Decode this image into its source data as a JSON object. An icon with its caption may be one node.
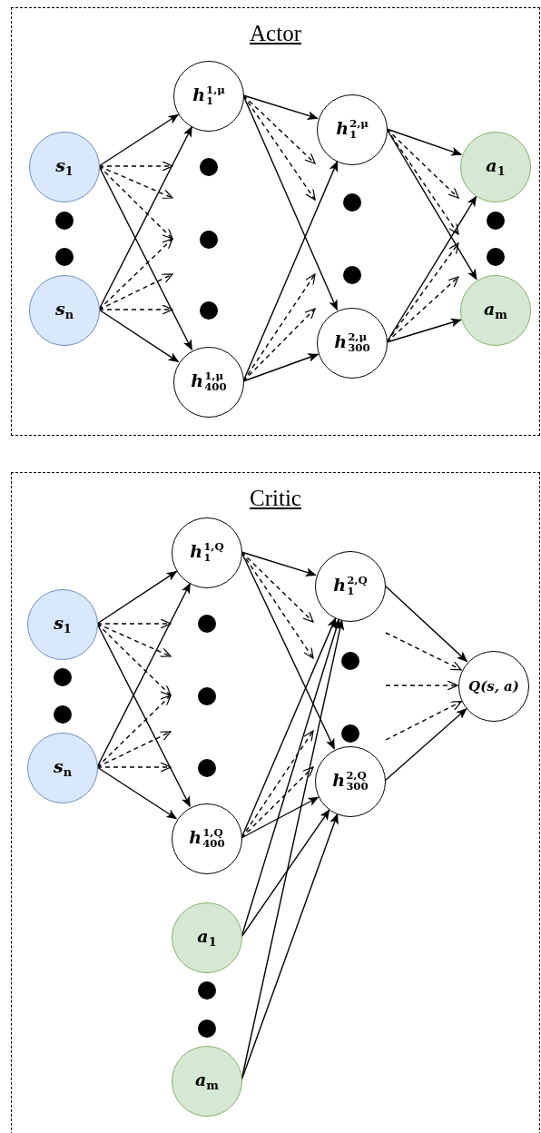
{
  "diagram": {
    "nodes": [
      {
        "text": [
          "Actor"
        ]
      },
      {
        "text": [
          "s$_{1}$"
        ],
        "in": 0
      },
      {
        "text": [],
        "shape": "circle",
        "in": 0
      },
      {
        "text": [],
        "shape": "circle",
        "in": 0
      },
      {
        "text": [
          "s$_{n}$"
        ],
        "in": 0
      },
      {
        "text": [
          "h$^{1,μ}$$_{1}$"
        ],
        "in": 0
      },
      {
        "text": [],
        "shape": "circle",
        "in": 0
      },
      {
        "text": [],
        "shape": "circle",
        "in": 0
      },
      {
        "text": [],
        "shape": "circle",
        "in": 0
      },
      {
        "text": [
          "h$^{1,μ}$$_{400}$"
        ],
        "in": 0
      },
      {
        "text": [
          "h$^{2,μ}$$_{1}$"
        ],
        "in": 0
      },
      {
        "text": [],
        "shape": "circle",
        "in": 0
      },
      {
        "text": [],
        "shape": "circle",
        "in": 0
      },
      {
        "text": [
          "h$^{2,μ}$$_{300}$"
        ],
        "in": 0
      },
      {
        "text": [
          "a$_{1}$"
        ],
        "in": 0
      },
      {
        "text": [],
        "shape": "circle",
        "in": 0
      },
      {
        "text": [],
        "shape": "circle",
        "in": 0
      },
      {
        "text": [
          "a$_{m}$"
        ],
        "in": 0
      },
      {
        "text": [
          "Critic"
        ]
      },
      {
        "text": [
          "s$_{1}$"
        ],
        "in": 18
      },
      {
        "text": [],
        "shape": "circle",
        "in": 18
      },
      {
        "text": [],
        "shape": "circle",
        "in": 18
      },
      {
        "text": [
          "s$_{n}$"
        ],
        "in": 18
      },
      {
        "text": [
          "h$^{1,Q}$$_{1}$"
        ],
        "in": 18
      },
      {
        "text": [],
        "shape": "circle",
        "in": 18
      },
      {
        "text": [],
        "shape": "circle",
        "in": 18
      },
      {
        "text": [],
        "shape": "circle",
        "in": 18
      },
      {
        "text": [
          "h$^{1,Q}$$_{400}$"
        ],
        "in": 18
      },
      {
        "text": [
          "a$_{1}$"
        ],
        "in": 18
      },
      {
        "text": [],
        "shape": "circle",
        "in": 18
      },
      {
        "text": [],
        "shape": "circle",
        "in": 18
      },
      {
        "text": [
          "a$_{m}$"
        ],
        "in": 18
      },
      {
        "text": [
          "h$^{2,Q}$$_{1}$"
        ],
        "in": 18
      },
      {
        "text": [],
        "shape": "circle",
        "in": 18
      },
      {
        "text": [],
        "shape": "circle",
        "in": 18
      },
      {
        "text": [
          "h$^{2,Q}$$_{300}$"
        ],
        "in": 18
      },
      {
        "text": [
          "Q(s, a)"
        ],
        "in": 18
      }
    ],
    "edges": [
      {
        "from": 1,
        "to": 5,
        "arrow": "to"
      },
      {
        "from": 1,
        "to": 9,
        "arrow": "to"
      },
      {
        "from": 4,
        "to": 5,
        "arrow": "to"
      },
      {
        "from": 4,
        "to": 9,
        "arrow": "to"
      },
      {
        "from": 1,
        "to": 6,
        "arrow": "to",
        "style": "dashed"
      },
      {
        "from": 1,
        "to": null,
        "arrow": "to",
        "style": "dashed"
      },
      {
        "from": 1,
        "to": 7,
        "arrow": "to",
        "style": "dashed"
      },
      {
        "from": 4,
        "to": 7,
        "arrow": "to",
        "style": "dashed"
      },
      {
        "from": 4,
        "to": null,
        "arrow": "to",
        "style": "dashed"
      },
      {
        "from": 4,
        "to": 8,
        "arrow": "to",
        "style": "dashed"
      },
      {
        "from": 5,
        "to": 10,
        "arrow": "to"
      },
      {
        "from": 5,
        "to": 13,
        "arrow": "to"
      },
      {
        "from": 9,
        "to": 10,
        "arrow": "to"
      },
      {
        "from": 9,
        "to": 13,
        "arrow": "to"
      },
      {
        "from": 5,
        "to": 10,
        "arrow": "to",
        "style": "dashed"
      },
      {
        "from": 5,
        "to": 11,
        "arrow": "to",
        "style": "dashed"
      },
      {
        "from": 9,
        "to": 12,
        "arrow": "to",
        "style": "dashed"
      },
      {
        "from": 9,
        "to": 13,
        "arrow": "to",
        "style": "dashed"
      },
      {
        "from": 10,
        "to": 14,
        "arrow": "to"
      },
      {
        "from": 10,
        "to": 17,
        "arrow": "to"
      },
      {
        "from": 13,
        "to": 14,
        "arrow": "to"
      },
      {
        "from": 13,
        "to": 17,
        "arrow": "to"
      },
      {
        "from": 10,
        "to": 14,
        "arrow": "to",
        "style": "dashed"
      },
      {
        "from": 10,
        "to": 15,
        "arrow": "to",
        "style": "dashed"
      },
      {
        "from": 13,
        "to": 16,
        "arrow": "to",
        "style": "dashed"
      },
      {
        "from": 13,
        "to": 17,
        "arrow": "to",
        "style": "dashed"
      },
      {
        "from": 19,
        "to": 23,
        "arrow": "to"
      },
      {
        "from": 19,
        "to": 27,
        "arrow": "to"
      },
      {
        "from": 22,
        "to": 23,
        "arrow": "to"
      },
      {
        "from": 22,
        "to": 27,
        "arrow": "to"
      },
      {
        "from": 19,
        "to": 24,
        "arrow": "to",
        "style": "dashed"
      },
      {
        "from": 19,
        "to": null,
        "arrow": "to",
        "style": "dashed"
      },
      {
        "from": 19,
        "to": 25,
        "arrow": "to",
        "style": "dashed"
      },
      {
        "from": 22,
        "to": 25,
        "arrow": "to",
        "style": "dashed"
      },
      {
        "from": 22,
        "to": null,
        "arrow": "to",
        "style": "dashed"
      },
      {
        "from": 22,
        "to": 26,
        "arrow": "to",
        "style": "dashed"
      },
      {
        "from": 23,
        "to": 32,
        "arrow": "to"
      },
      {
        "from": 23,
        "to": 35,
        "arrow": "to"
      },
      {
        "from": 27,
        "to": 32,
        "arrow": "to"
      },
      {
        "from": 27,
        "to": 35,
        "arrow": "to"
      },
      {
        "from": 23,
        "to": 32,
        "arrow": "to",
        "style": "dashed"
      },
      {
        "from": 23,
        "to": 33,
        "arrow": "to",
        "style": "dashed"
      },
      {
        "from": 27,
        "to": 34,
        "arrow": "to",
        "style": "dashed"
      },
      {
        "from": 27,
        "to": 35,
        "arrow": "to",
        "style": "dashed"
      },
      {
        "from": 28,
        "to": 32,
        "arrow": "to"
      },
      {
        "from": 28,
        "to": 35,
        "arrow": "to"
      },
      {
        "from": 31,
        "to": 32,
        "arrow": "to"
      },
      {
        "from": 31,
        "to": 35,
        "arrow": "to"
      },
      {
        "from": 32,
        "to": 36,
        "arrow": "to"
      },
      {
        "from": 35,
        "to": 36,
        "arrow": "to"
      },
      {
        "from": 32,
        "to": 36,
        "arrow": "to",
        "style": "dashed"
      },
      {
        "from": null,
        "to": 36,
        "arrow": "to",
        "style": "dashed"
      },
      {
        "from": 35,
        "to": 36,
        "arrow": "to",
        "style": "dashed"
      }
    ]
  }
}
